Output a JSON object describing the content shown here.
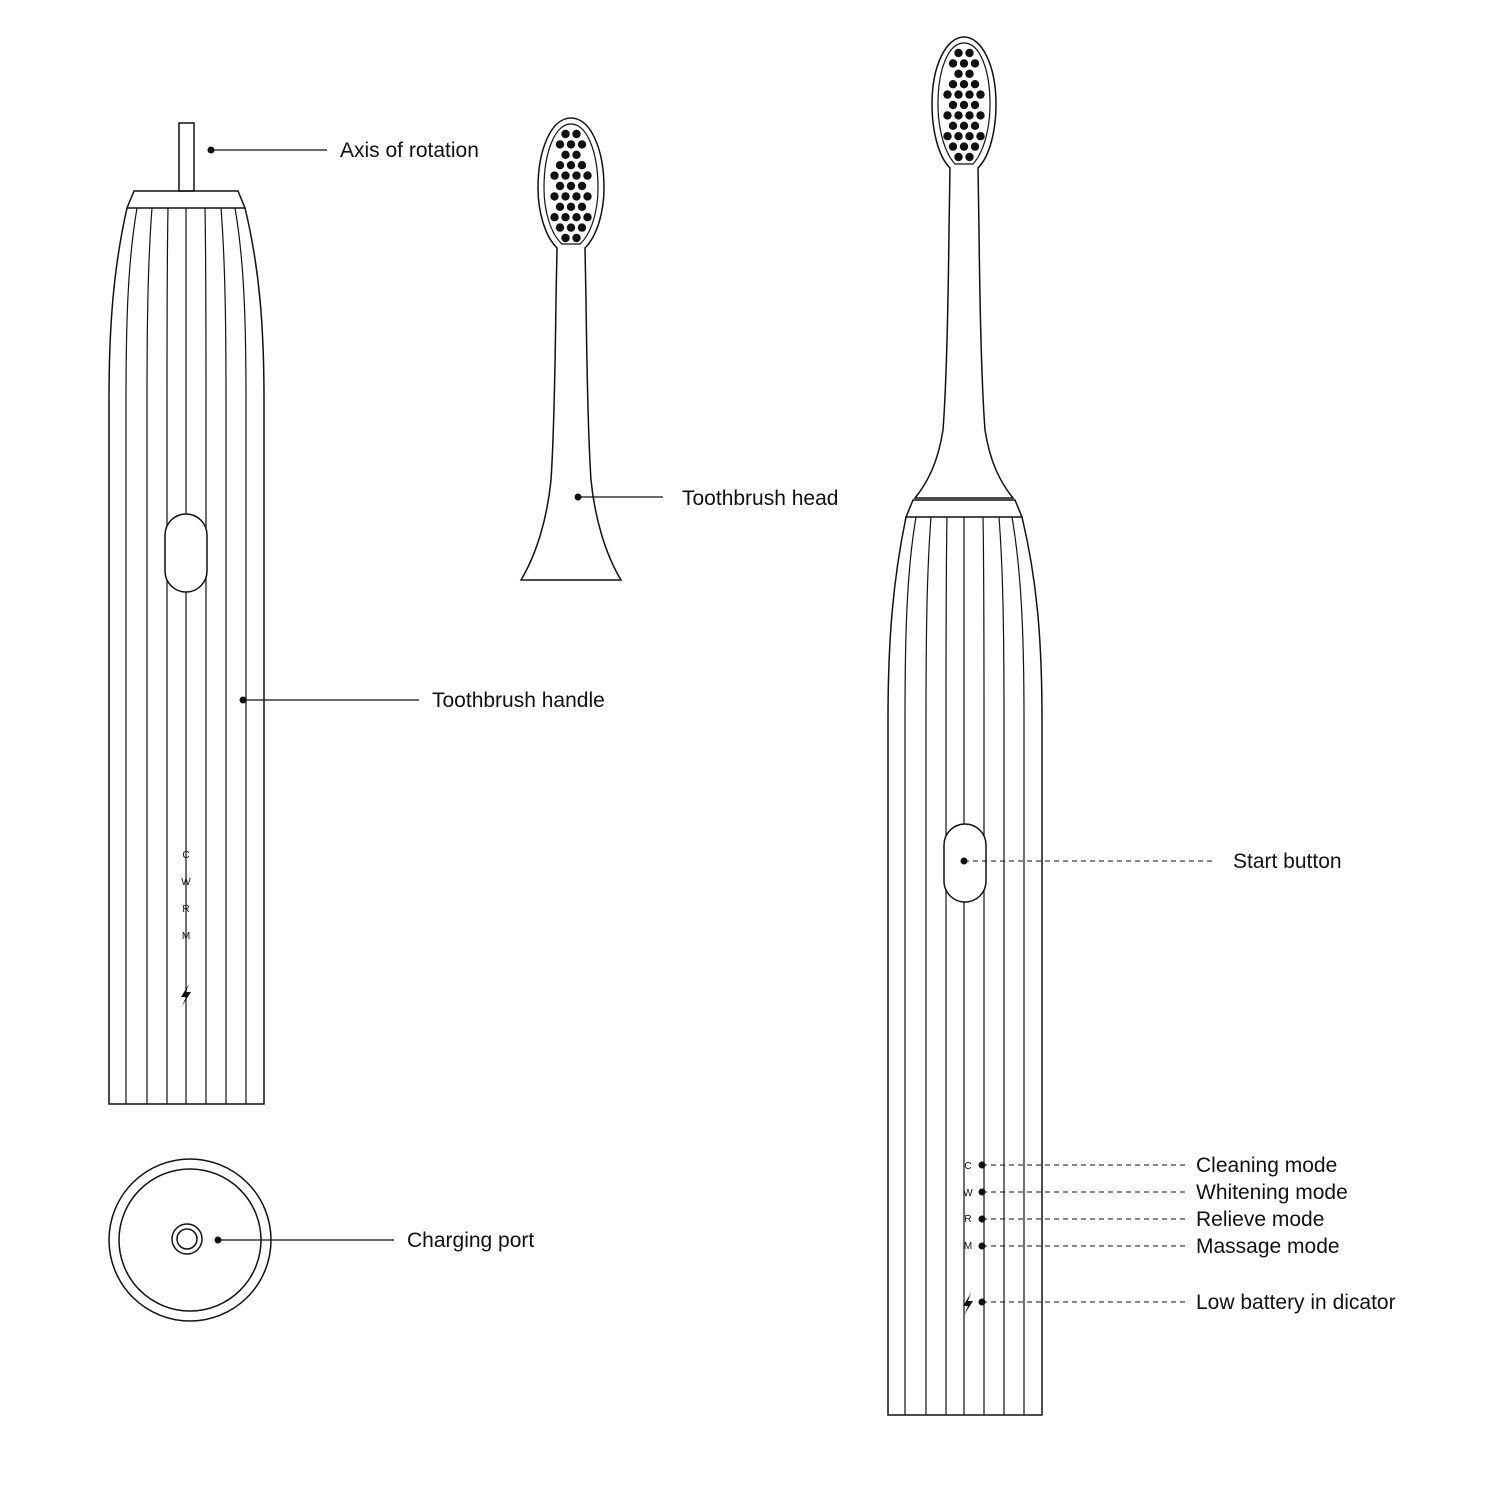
{
  "labels": {
    "axis_of_rotation": "Axis of rotation",
    "toothbrush_head": "Toothbrush head",
    "toothbrush_handle": "Toothbrush handle",
    "charging_port": "Charging port",
    "start_button": "Start button",
    "cleaning_mode": "Cleaning mode",
    "whitening_mode": "Whitening mode",
    "relieve_mode": "Relieve mode",
    "massage_mode": "Massage mode",
    "low_battery": "Low battery in dicator"
  },
  "mode_letters": {
    "c": "C",
    "w": "W",
    "r": "R",
    "m": "M"
  },
  "icons": {
    "battery": "lightning-bolt-icon"
  }
}
